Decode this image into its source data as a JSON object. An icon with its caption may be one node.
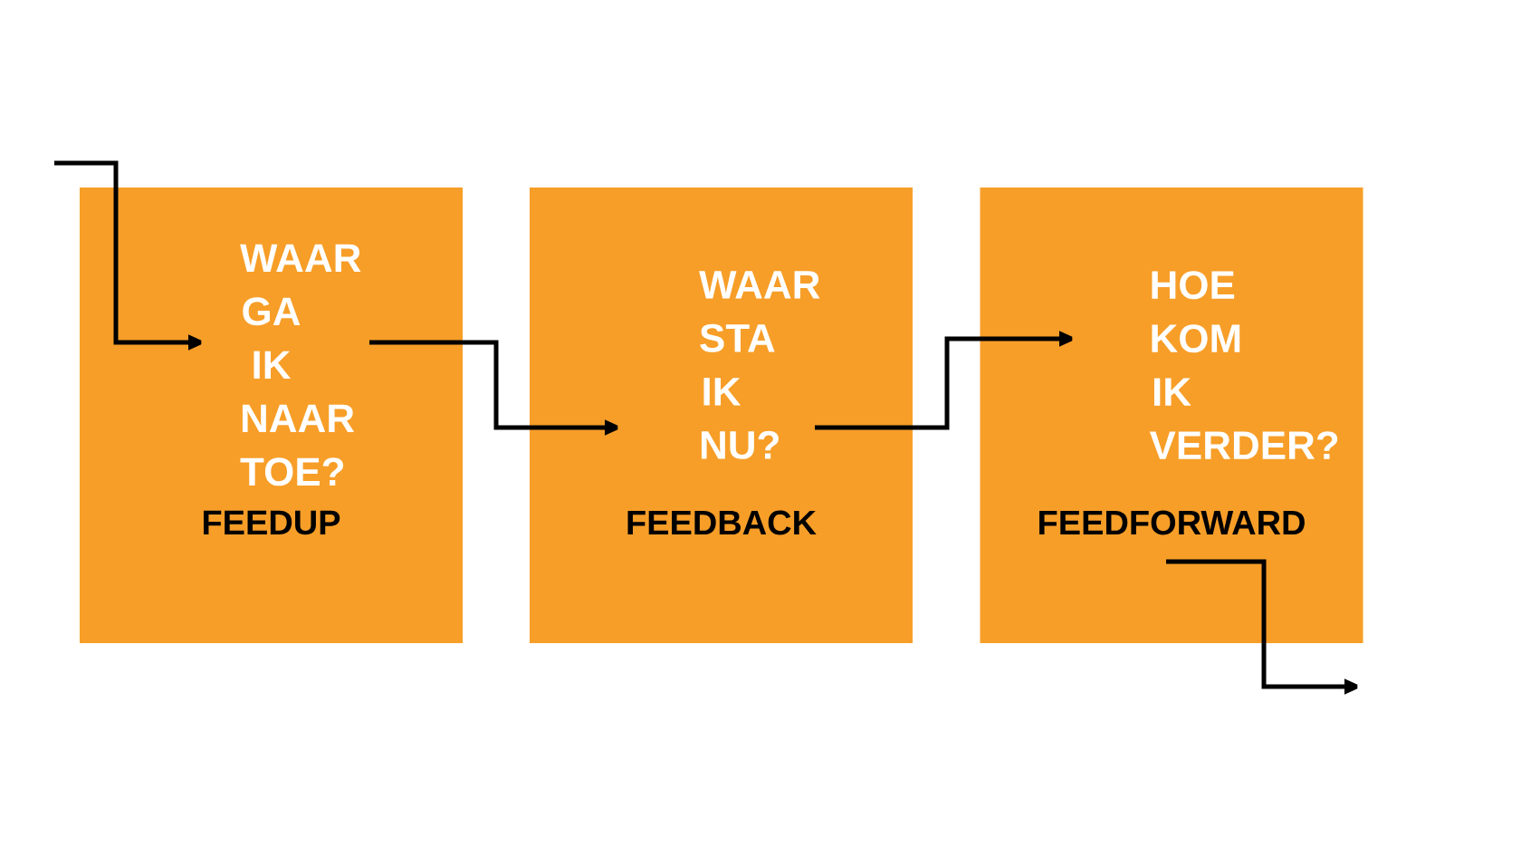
{
  "diagram": {
    "nodes": [
      {
        "text": [
          "WAAR GA IK NAAR TOE?",
          "FEEDUP"
        ]
      },
      {
        "text": [
          "WAAR STA IK NU?",
          "FEEDBACK"
        ]
      },
      {
        "text": [
          "HOE KOM IK VERDER?",
          "FEEDFORWARD"
        ]
      }
    ],
    "edges": [
      {
        "from": null,
        "to": 0,
        "arrow": "to"
      },
      {
        "from": 0,
        "to": 1,
        "arrow": "to"
      },
      {
        "from": 1,
        "to": 2,
        "arrow": "to"
      },
      {
        "from": 2,
        "to": null,
        "arrow": "to"
      }
    ]
  }
}
